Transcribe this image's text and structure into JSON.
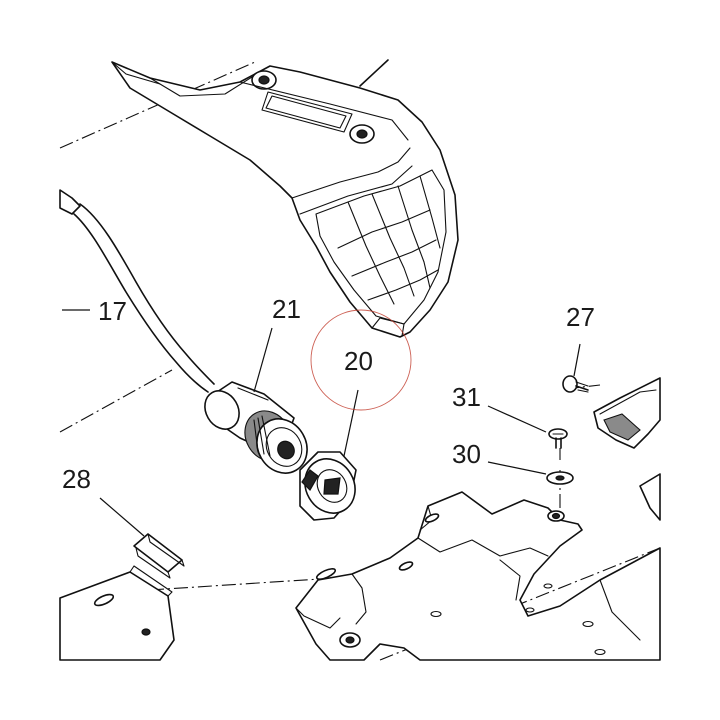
{
  "diagram": {
    "callouts": {
      "c17": "17",
      "c21": "21",
      "c20": "20",
      "c27": "27",
      "c31": "31",
      "c30": "30",
      "c28": "28"
    },
    "highlight": {
      "target": "20",
      "color": "#c0392b"
    }
  }
}
